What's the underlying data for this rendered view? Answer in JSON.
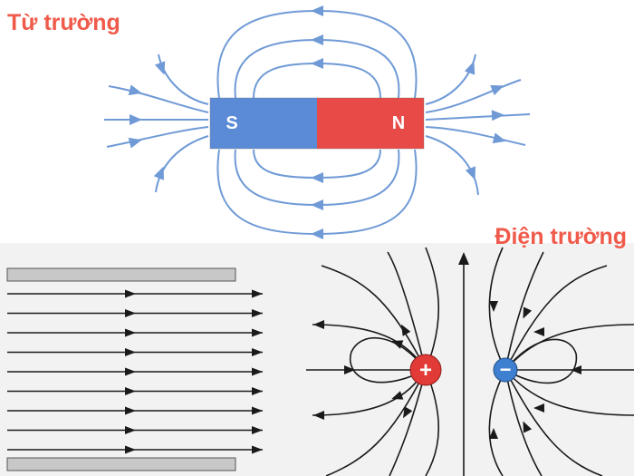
{
  "magnetic_field": {
    "title": "Từ trường",
    "south_label": "S",
    "north_label": "N"
  },
  "electric_field": {
    "title": "Điện trường",
    "positive_charge_label": "+",
    "negative_charge_label": "−"
  },
  "colors": {
    "title_text": "#f05a4a",
    "magnet_south": "#5b8bd6",
    "magnet_north": "#e84a48",
    "magnetic_field_line": "#6f9ad6",
    "electric_panel_background": "#f2f2f2",
    "electric_field_line": "#1a1a1a",
    "capacitor_plate": "#c8c8c8",
    "positive_charge": "#e23a36",
    "negative_charge": "#3f7fd0"
  }
}
